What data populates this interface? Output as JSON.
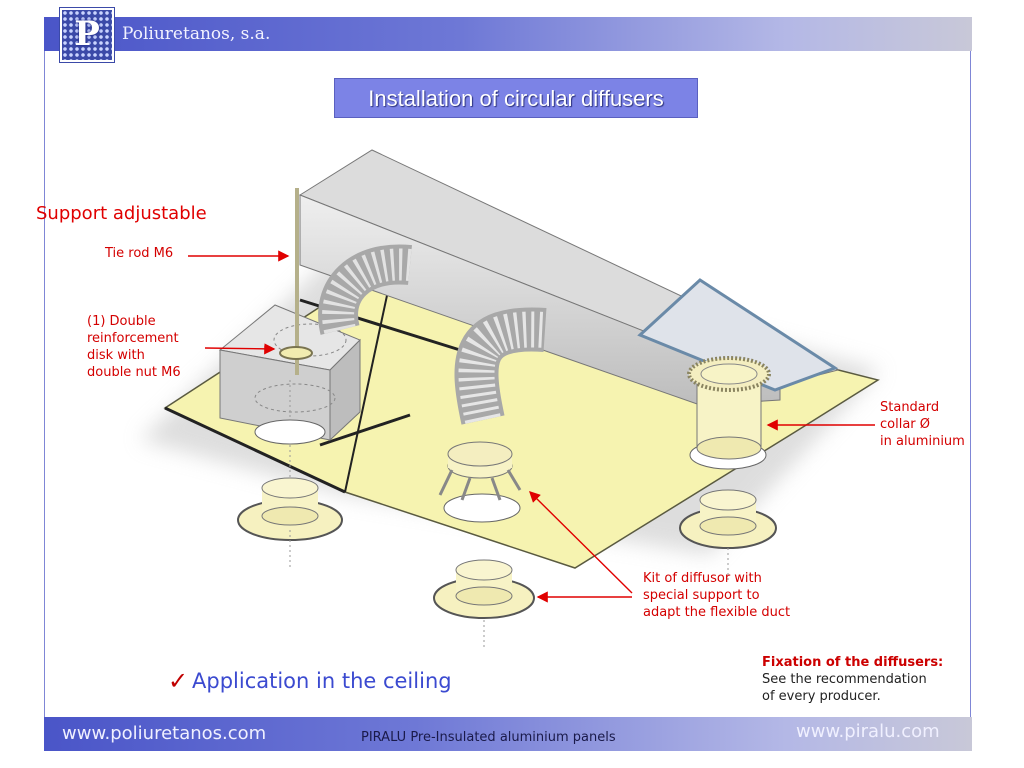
{
  "header": {
    "company": "Poliuretanos, s.a.",
    "logo_letter": "P"
  },
  "title": "Installation of circular diffusers",
  "support_heading": "Support adjustable",
  "labels": {
    "tie_rod": "Tie rod M6",
    "double_disk": "(1) Double\nreinforcement\ndisk with\ndouble nut M6",
    "standard_collar": "Standard\ncollar Ø\nin aluminium",
    "kit": "Kit of diffusor with\nspecial support to\nadapt the flexible duct"
  },
  "check_mark": "✓",
  "application": "Application in the ceiling",
  "fixation": {
    "title": "Fixation of the diffusers:",
    "line1": "See the recommendation",
    "line2": "of every producer."
  },
  "footer": {
    "left_url": "www.poliuretanos.com",
    "center": "PIRALU Pre-Insulated aluminium panels",
    "right_url": "www.piralu.com"
  },
  "colors": {
    "accent": "#5a63d8",
    "label_red": "#d40000",
    "ceiling": "#f6f3b0"
  }
}
